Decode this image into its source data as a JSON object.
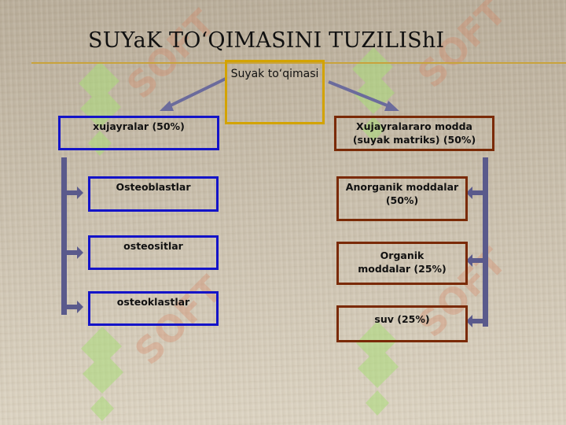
{
  "title": "SUYaK TO‘QIMASINI TUZILIShI",
  "root": {
    "label": "Suyak to‘qimasi"
  },
  "left": {
    "header": "xujayralar (50%)",
    "items": [
      "Osteoblastlar",
      "osteositlar",
      "osteoklastlar"
    ]
  },
  "right": {
    "header": "Xujayralararo modda (suyak matriks) (50%)",
    "items": [
      "Anorganik moddalar (50%)",
      "Organik moddalar (25%)",
      "suv (25%)"
    ]
  },
  "colors": {
    "left_border": "#1414c8",
    "right_border": "#7a2a06",
    "root_border": "#d3a300",
    "connector": "#5a5a8c",
    "accent_rule": "#c9a33c"
  }
}
